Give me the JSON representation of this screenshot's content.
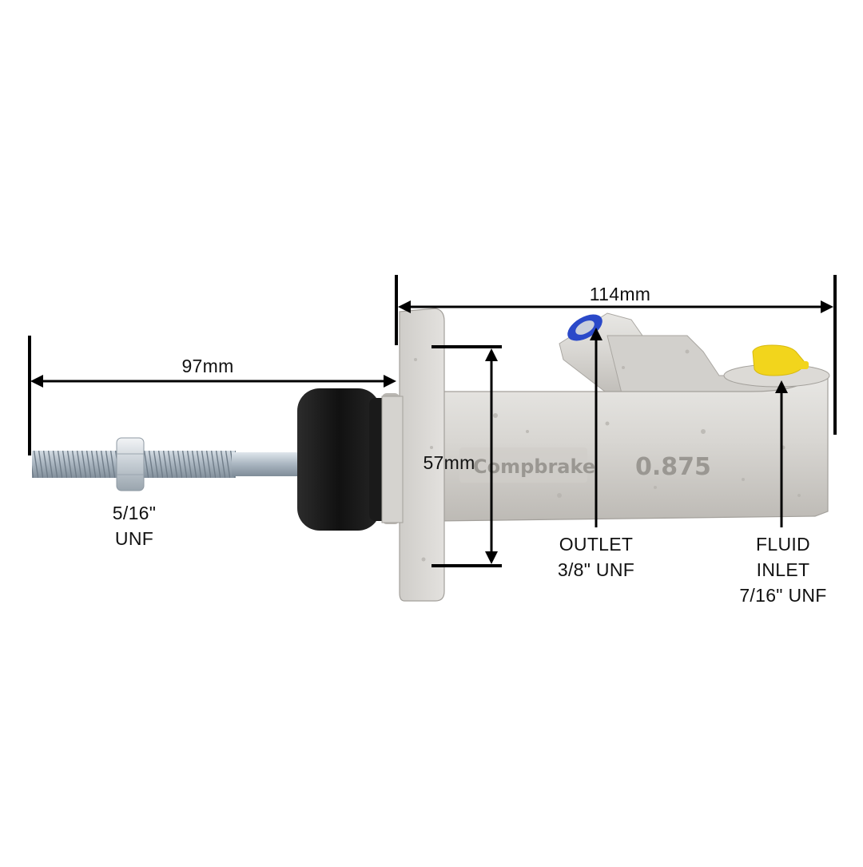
{
  "dimensions": {
    "rod_length": "97mm",
    "body_length": "114mm",
    "flange_height": "57mm"
  },
  "callouts": {
    "rod_thread": {
      "line1": "5/16\"",
      "line2": "UNF"
    },
    "outlet": {
      "line1": "OUTLET",
      "line2": "3/8\" UNF"
    },
    "fluid_inlet": {
      "line1": "FLUID",
      "line2": "INLET",
      "line3": "7/16\" UNF"
    }
  },
  "engravings": {
    "brand": "Compbrake",
    "bore_size": "0.875"
  },
  "colors": {
    "background": "#ffffff",
    "dimension_line": "#000000",
    "body_metal": "#d6d4d0",
    "boot_rubber": "#1d1d1d",
    "outlet_cap": "#2a49c9",
    "inlet_cap": "#f2d51c",
    "rod_metal": "#a8b4bf"
  }
}
